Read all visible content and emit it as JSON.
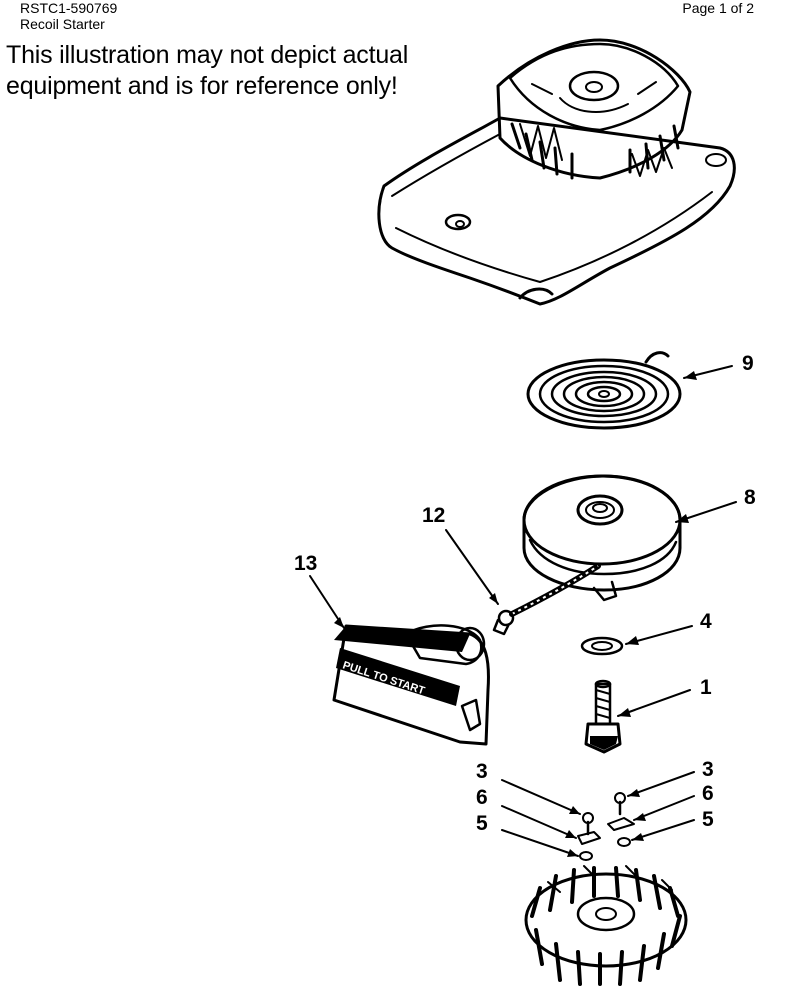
{
  "header": {
    "doc_code": "RSTC1-590769",
    "doc_title": "Recoil Starter",
    "page": "Page 1 of 2"
  },
  "disclaimer": {
    "line1": "This illustration may not depict actual",
    "line2": "equipment and is for reference only!"
  },
  "callouts": {
    "spring": "9",
    "pulley": "8",
    "rope": "12",
    "handle": "13",
    "washer": "4",
    "bolt": "1",
    "screw_left": "3",
    "screw_right": "3",
    "pawl_left": "6",
    "pawl_right": "6",
    "spring_left": "5",
    "spring_right": "5"
  },
  "handle_text": "PULL TO START"
}
